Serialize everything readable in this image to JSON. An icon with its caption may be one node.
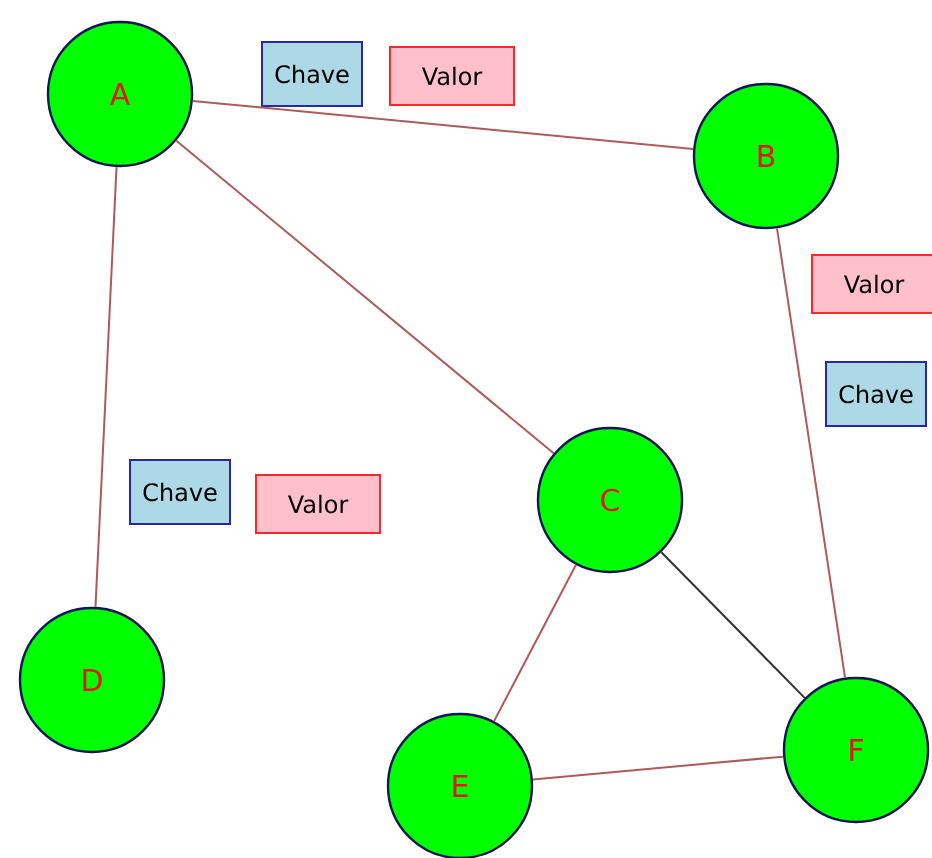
{
  "diagram": {
    "nodes": [
      {
        "text": [
          "A"
        ]
      },
      {
        "text": [
          "Chave"
        ]
      },
      {
        "text": [
          "Valor"
        ]
      },
      {
        "text": [
          "B"
        ]
      },
      {
        "text": [
          "Valor"
        ]
      },
      {
        "text": [
          "Chave"
        ]
      },
      {
        "text": [
          "Chave"
        ]
      },
      {
        "text": [
          "Valor"
        ]
      },
      {
        "text": [
          "C"
        ]
      },
      {
        "text": [
          "D"
        ]
      },
      {
        "text": [
          "E"
        ]
      },
      {
        "text": [
          "F"
        ]
      }
    ],
    "edges": [
      {
        "from": 0,
        "to": 3,
        "arrow": "none"
      },
      {
        "from": 0,
        "to": 8,
        "arrow": "none"
      },
      {
        "from": 0,
        "to": 9,
        "arrow": "none"
      },
      {
        "from": 3,
        "to": 11,
        "arrow": "none"
      },
      {
        "from": 8,
        "to": 10,
        "arrow": "none"
      },
      {
        "from": 8,
        "to": 11,
        "arrow": "none",
        "color": "#333333"
      },
      {
        "from": 10,
        "to": 11,
        "arrow": "none"
      }
    ]
  }
}
